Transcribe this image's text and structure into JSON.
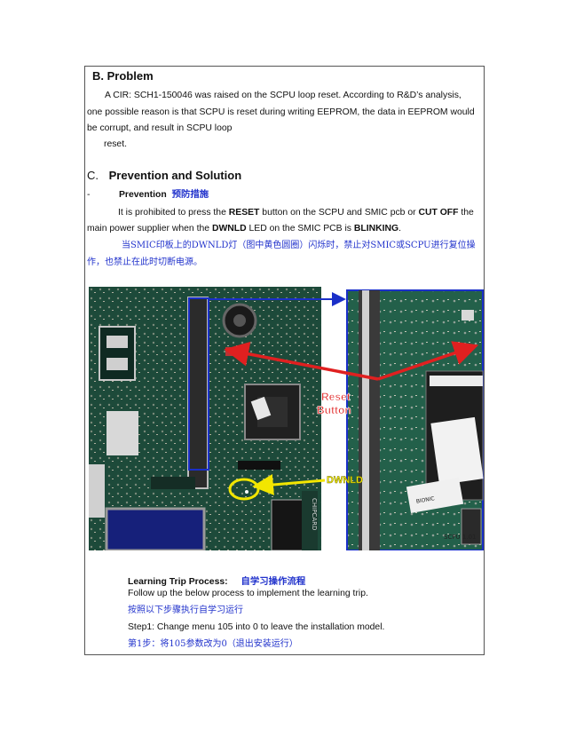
{
  "section_b": {
    "heading": "B.  Problem",
    "line1": "A CIR: SCH1-150046 was raised on the SCPU loop reset. According to R&D’s analysis,",
    "line2": "one possible reason is that SCPU is reset during writing EEPROM, the data in EEPROM would",
    "line3": "be corrupt, and result in SCPU loop",
    "line4": "reset."
  },
  "section_c": {
    "heading_letter": "C.",
    "heading_text": "Prevention and Solution",
    "bullet": "-",
    "prevention_label": "Prevention",
    "prevention_cn": "预防措施",
    "p1_a": "It is prohibited to press the ",
    "p1_reset": "RESET",
    "p1_b": " button on the SCPU and SMIC pcb or ",
    "p1_cutoff": "CUT OFF",
    "p1_c": " the",
    "p2_a": "main power supplier when the ",
    "p2_dwnld": "DWNLD",
    "p2_b": " LED on the SMIC PCB is ",
    "p2_blinking": "BLINKING",
    "p2_c": ".",
    "cn_line1": "当SMIC印板上的DWNLD灯（图中黄色圆圈）闪烁时，禁止对SMIC或SCPU进行复位操",
    "cn_line2": "作，也禁止在此时切断电源。"
  },
  "photo": {
    "reset_label_1": "Reset",
    "reset_label_2": "Button",
    "dwnld_label": "DWNLD",
    "board_label_chipcard": "CHIPCARD",
    "board_label_scpu": "SCPU 1.01",
    "board_label_bionic": "BIONIC",
    "colors": {
      "arrow_red": "#e02020",
      "arrow_blue": "#1a2fc8",
      "circle_yellow": "#f2e600"
    }
  },
  "learning": {
    "title": "Learning Trip Process:",
    "title_cn": "自学习操作流程",
    "line1": "Follow up the below process to implement the learning trip.",
    "line1_cn": "按照以下步骤执行自学习运行",
    "step1": "Step1: Change menu 105 into 0 to leave the installation model.",
    "step1_cn": "第1步：将105参数改为0（退出安装运行）"
  }
}
